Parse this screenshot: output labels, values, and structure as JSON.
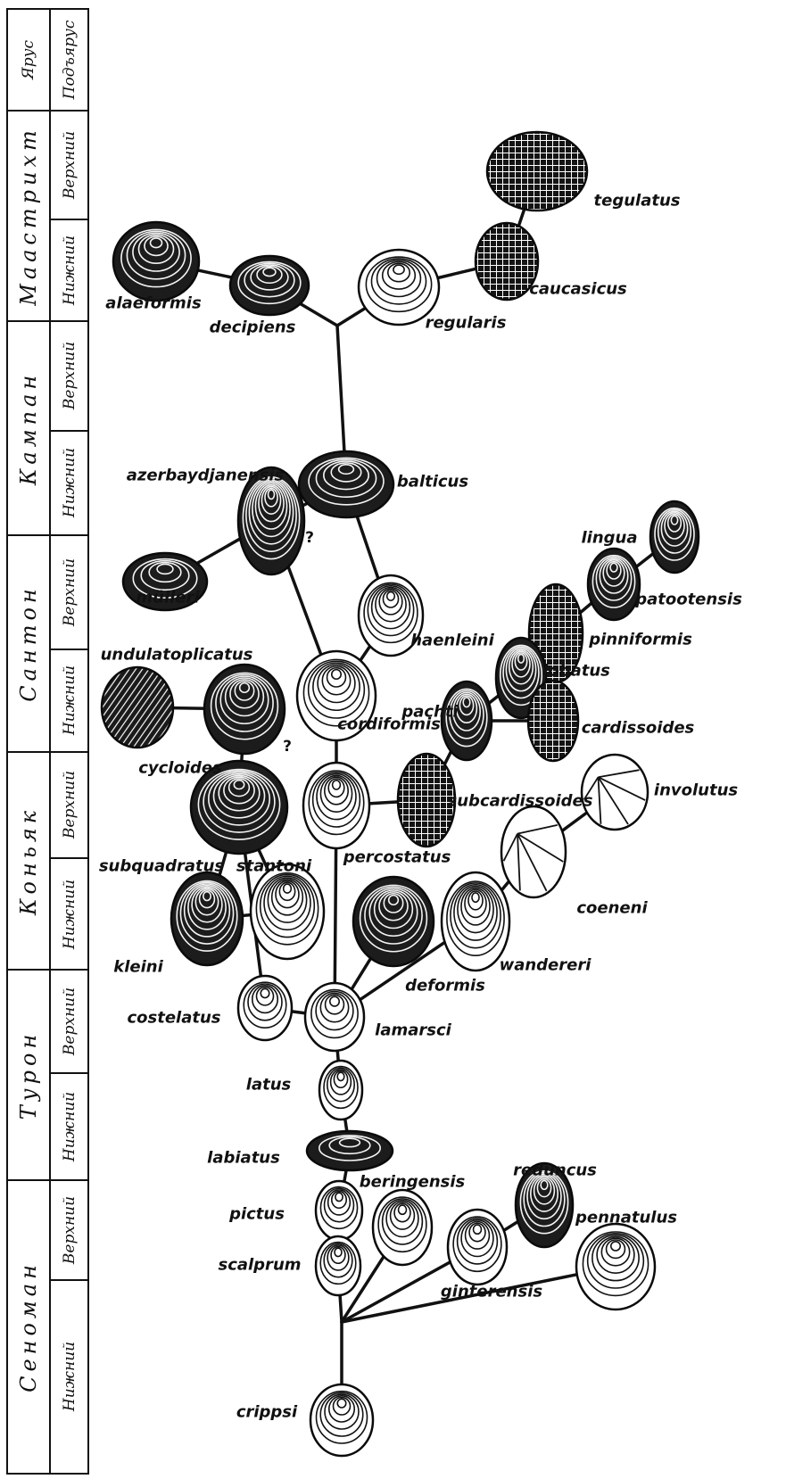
{
  "strat_column": {
    "header": {
      "stage_label": "Ярус",
      "substage_label": "Подъярус"
    },
    "stages": [
      {
        "name": "Маастрихт",
        "substages": [
          "Верхний",
          "Нижний"
        ]
      },
      {
        "name": "Кампан",
        "substages": [
          "Верхний",
          "Нижний"
        ]
      },
      {
        "name": "Сантон",
        "substages": [
          "Верхний",
          "Нижний"
        ]
      },
      {
        "name": "Коньяк",
        "substages": [
          "Верхний",
          "Нижний"
        ]
      },
      {
        "name": "Турон",
        "substages": [
          "Верхний",
          "Нижний"
        ]
      },
      {
        "name": "Сеноман",
        "substages": [
          "Верхний",
          "Нижний"
        ]
      }
    ]
  },
  "taxa": [
    {
      "id": "tegulatus",
      "label": "tegulatus",
      "ornament": "reticulate"
    },
    {
      "id": "caucasicus",
      "label": "caucasicus",
      "ornament": "reticulate"
    },
    {
      "id": "regularis",
      "label": "regularis",
      "ornament": "concentric"
    },
    {
      "id": "alaeformis",
      "label": "alaeformis",
      "ornament": "dark"
    },
    {
      "id": "decipiens",
      "label": "decipiens",
      "ornament": "dark"
    },
    {
      "id": "balticus",
      "label": "balticus",
      "ornament": "dark"
    },
    {
      "id": "azerbaydjanensis",
      "label": "azerbaydjanensis",
      "ornament": "dark"
    },
    {
      "id": "lingua",
      "label": "lingua",
      "ornament": "dark"
    },
    {
      "id": "mulleri",
      "label": "mülleri",
      "ornament": "dark"
    },
    {
      "id": "patootensis",
      "label": "patootensis",
      "ornament": "dark"
    },
    {
      "id": "haenleini",
      "label": "haenleini",
      "ornament": "concentric"
    },
    {
      "id": "pinniformis",
      "label": "pinniformis",
      "ornament": "reticulate"
    },
    {
      "id": "undulatoplicatus",
      "label": "undulatoplicatus",
      "ornament": "radial"
    },
    {
      "id": "lobatus",
      "label": "lobatus",
      "ornament": "dark"
    },
    {
      "id": "cordiformis",
      "label": "cordiformis",
      "ornament": "concentric"
    },
    {
      "id": "pachti",
      "label": "pachti",
      "ornament": "dark"
    },
    {
      "id": "cardissoides",
      "label": "cardissoides",
      "ornament": "reticulate"
    },
    {
      "id": "cycloides",
      "label": "cycloides",
      "ornament": "dark"
    },
    {
      "id": "involutus",
      "label": "involutus",
      "ornament": "spiral"
    },
    {
      "id": "subcardissoides",
      "label": "subcardissoides",
      "ornament": "reticulate"
    },
    {
      "id": "subquadratus",
      "label": "subquadratus",
      "ornament": "dark"
    },
    {
      "id": "percostatus",
      "label": "percostatus",
      "ornament": "concentric"
    },
    {
      "id": "stantoni",
      "label": "stantoni",
      "ornament": "concentric"
    },
    {
      "id": "coeneni",
      "label": "coeneni",
      "ornament": "spiral"
    },
    {
      "id": "kleini",
      "label": "kleini",
      "ornament": "dark"
    },
    {
      "id": "wandereri",
      "label": "wandereri",
      "ornament": "concentric"
    },
    {
      "id": "deformis",
      "label": "deformis",
      "ornament": "dark"
    },
    {
      "id": "costelatus",
      "label": "costelatus",
      "ornament": "concentric"
    },
    {
      "id": "lamarsci",
      "label": "lamarsci",
      "ornament": "concentric"
    },
    {
      "id": "latus",
      "label": "latus",
      "ornament": "concentric"
    },
    {
      "id": "labiatus",
      "label": "labiatus",
      "ornament": "dark"
    },
    {
      "id": "beringensis",
      "label": "beringensis",
      "ornament": "concentric"
    },
    {
      "id": "reduncus",
      "label": "reduncus",
      "ornament": "dark"
    },
    {
      "id": "pictus",
      "label": "pictus",
      "ornament": "concentric"
    },
    {
      "id": "pennatulus",
      "label": "pennatulus",
      "ornament": "concentric"
    },
    {
      "id": "scalprum",
      "label": "scalprum",
      "ornament": "concentric"
    },
    {
      "id": "ginterensis",
      "label": "ginterensis",
      "ornament": "concentric"
    },
    {
      "id": "crippsi",
      "label": "crippsi",
      "ornament": "concentric"
    }
  ],
  "links": [
    [
      "tegulatus",
      "caucasicus"
    ],
    [
      "caucasicus",
      "regularis"
    ],
    [
      "regularis",
      "node_top"
    ],
    [
      "decipiens",
      "node_top"
    ],
    [
      "alaeformis",
      "decipiens"
    ],
    [
      "node_top",
      "balticus"
    ],
    [
      "balticus",
      "azerbaydjanensis"
    ],
    [
      "balticus",
      "haenleini"
    ],
    [
      "azerbaydjanensis",
      "mulleri"
    ],
    [
      "azerbaydjanensis",
      "cordiformis"
    ],
    [
      "haenleini",
      "cordiformis"
    ],
    [
      "lingua",
      "patootensis"
    ],
    [
      "patootensis",
      "pinniformis"
    ],
    [
      "pinniformis",
      "lobatus"
    ],
    [
      "lobatus",
      "pachti"
    ],
    [
      "lobatus",
      "cardissoides"
    ],
    [
      "pachti",
      "cardissoides"
    ],
    [
      "pachti",
      "subcardissoides"
    ],
    [
      "subcardissoides",
      "percostatus"
    ],
    [
      "cordiformis",
      "percostatus"
    ],
    [
      "undulatoplicatus",
      "cycloides"
    ],
    [
      "cycloides",
      "subquadratus"
    ],
    [
      "subquadratus",
      "kleini"
    ],
    [
      "subquadratus",
      "stantoni"
    ],
    [
      "subquadratus",
      "costelatus"
    ],
    [
      "kleini",
      "stantoni"
    ],
    [
      "percostatus",
      "lamarsci"
    ],
    [
      "costelatus",
      "lamarsci"
    ],
    [
      "lamarsci",
      "deformis"
    ],
    [
      "lamarsci",
      "wandereri"
    ],
    [
      "wandereri",
      "coeneni"
    ],
    [
      "coeneni",
      "involutus"
    ],
    [
      "lamarsci",
      "latus"
    ],
    [
      "latus",
      "labiatus"
    ],
    [
      "labiatus",
      "pictus"
    ],
    [
      "pictus",
      "scalprum"
    ],
    [
      "scalprum",
      "node_bottom"
    ],
    [
      "node_bottom",
      "crippsi"
    ],
    [
      "node_bottom",
      "beringensis"
    ],
    [
      "node_bottom",
      "ginterensis"
    ],
    [
      "ginterensis",
      "reduncus"
    ],
    [
      "node_bottom",
      "pennatulus"
    ]
  ],
  "uncertain_marks": [
    "?",
    "?"
  ]
}
